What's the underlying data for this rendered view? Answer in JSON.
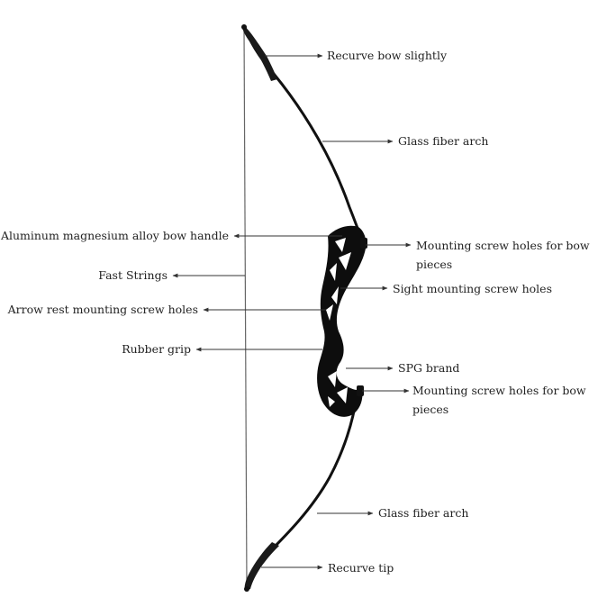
{
  "labels": {
    "recurve_slightly": "Recurve bow slightly",
    "glass_fiber_upper": "Glass fiber arch",
    "handle": "Aluminum magnesium alloy bow handle",
    "mount_upper_line1": "Mounting screw holes for bow",
    "mount_upper_line2": "pieces",
    "fast_strings": "Fast Strings",
    "sight_holes": "Sight mounting screw holes",
    "arrow_rest": "Arrow rest mounting screw holes",
    "rubber_grip": "Rubber grip",
    "spg_brand": "SPG brand",
    "mount_lower_line1": "Mounting screw holes for bow",
    "mount_lower_line2": "pieces",
    "glass_fiber_lower": "Glass fiber arch",
    "recurve_tip": "Recurve tip"
  },
  "colors": {
    "limb": "#111111",
    "riser": "#0d0d0d",
    "string": "#555555",
    "leader": "#333333",
    "text": "#222222"
  }
}
